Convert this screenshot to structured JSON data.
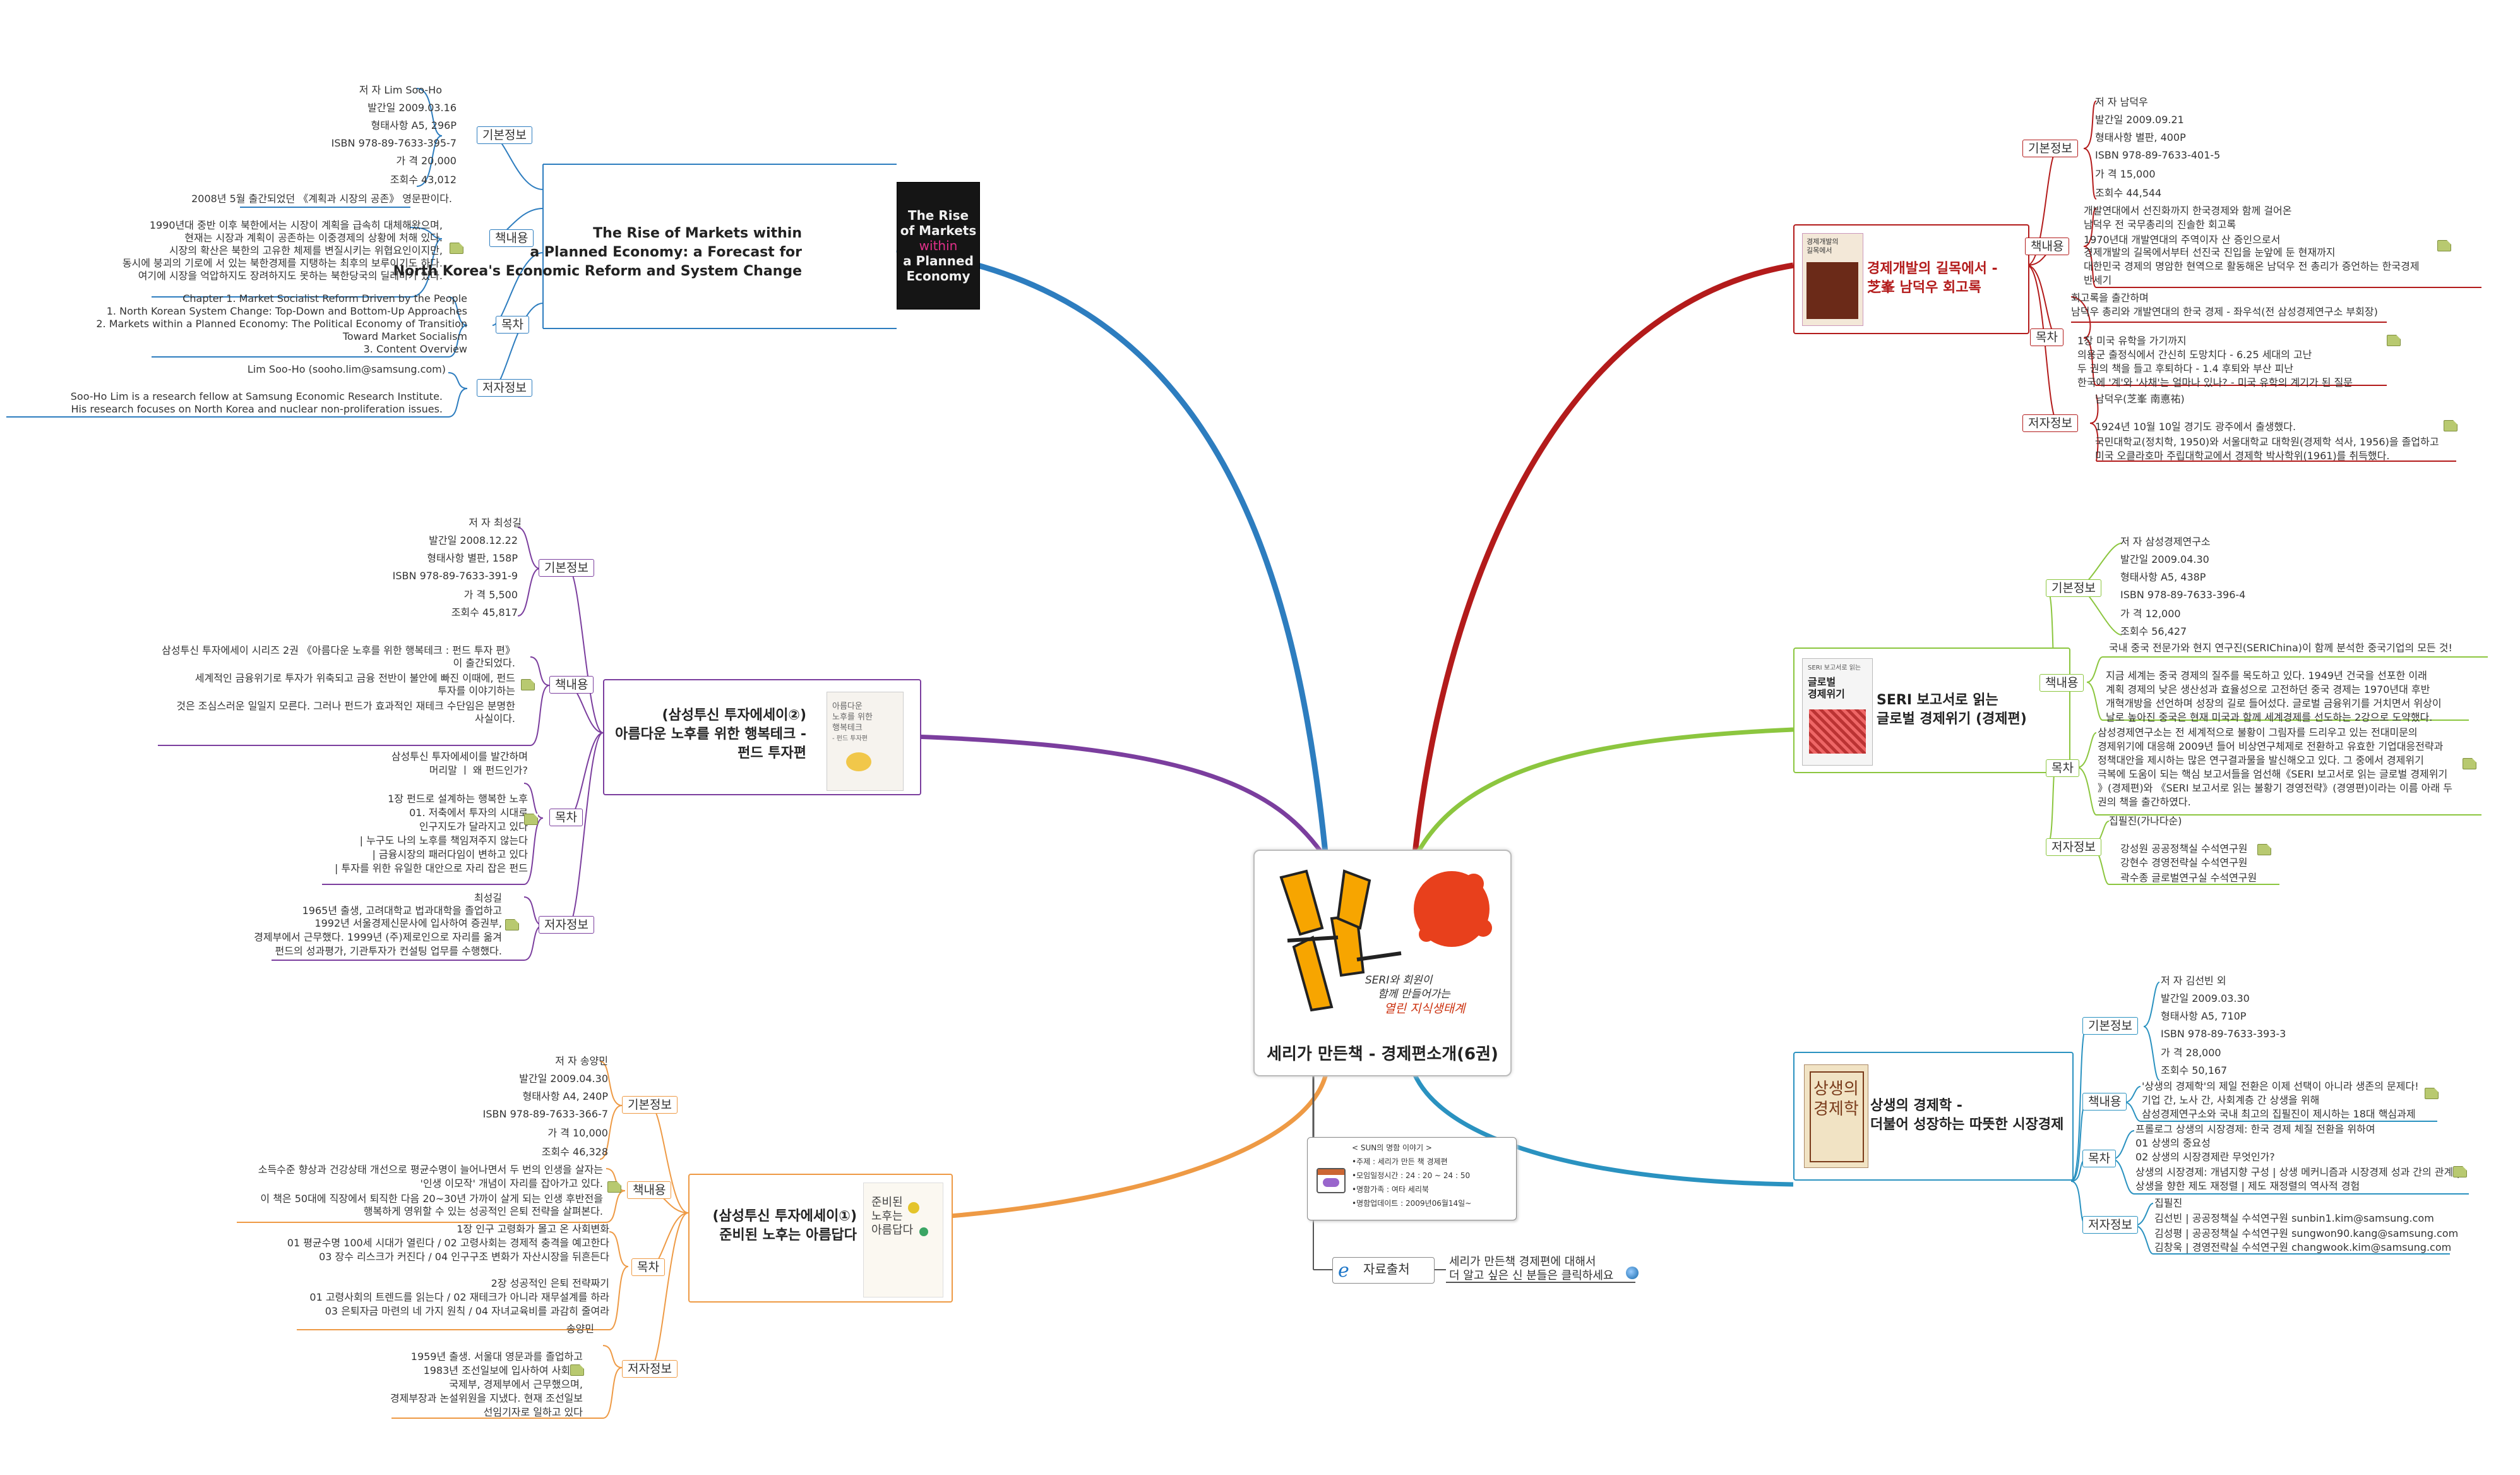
{
  "center": {
    "title": "세리가 만든책 - 경제편소개(6권)",
    "slogan1": "SERI와 회원이",
    "slogan2": "함께 만들어가는",
    "slogan3": "열린 지식생태계"
  },
  "bubble": {
    "l1": "< SUN의 명함 이야기 >",
    "l2": "•주제 : 세리가 만든 책 경제편",
    "l3": "•모임일정시간 : 24 : 20 ~ 24 : 50",
    "l4": "•명함가족 : 여타 세리북",
    "l5": "•명함업데이트 : 2009년06월14일~"
  },
  "source": {
    "label": "자료출처",
    "text1": "세리가 만든책 경제편에 대해서",
    "text2": "더 알고 싶은 신 분들은 클릭하세요"
  },
  "cats": {
    "basic": "기본정보",
    "content": "책내용",
    "toc": "목차",
    "author": "저자정보"
  },
  "b1": {
    "t1": "The Rise of Markets within",
    "t2": "a Planned Economy: a Forecast for",
    "t3": "North Korea's Economic Reform and System Change",
    "cover": [
      "The Rise",
      "of Markets",
      "within",
      "a Planned",
      "Economy"
    ],
    "i1": "저 자   Lim Soo-Ho",
    "i2": "발간일   2009.03.16",
    "i3": "형태사항   A5, 296P",
    "i4": "ISBN   978-89-7633-395-7",
    "i5": "가 격   20,000",
    "i6": "조회수 43,012",
    "c0": "2008년 5월 출간되었던 《계획과 시장의 공존》 영문판이다.",
    "c1": "1990년대 중반 이후 북한에서는 시장이 계획을 급속히 대체해왔으며,",
    "c2": "현재는 시장과 계획이 공존하는 이중경제의 상황에 처해 있다.",
    "c3": "시장의 확산은 북한의 고유한 체제를 변질시키는 위협요인이지만,",
    "c4": "동시에 붕괴의 기로에 서 있는 북한경제를 지탱하는 최후의 보루이기도 하다.",
    "c5": "여기에 시장을 억압하지도 장려하지도 못하는 북한당국의 딜레마가 있다.",
    "o1": "Chapter 1. Market Socialist Reform Driven by the People",
    "o2": "1. North Korean System Change: Top-Down and Bottom-Up Approaches",
    "o3": "2. Markets within a Planned Economy: The Political Economy of Transition",
    "o4": "Toward Market Socialism",
    "o5": "3. Content Overview",
    "a0": "Lim Soo-Ho (sooho.lim@samsung.com)",
    "a1": "Soo-Ho Lim is a research fellow at Samsung Economic Research Institute.",
    "a2": "His research focuses on North Korea and nuclear non-proliferation issues."
  },
  "b2": {
    "t1": "(삼성투신 투자에세이②)",
    "t2": "아름다운 노후를 위한 행복테크 -",
    "t3": "펀드 투자편",
    "cover": [
      "아름다운",
      "노후를 위한",
      "행복테크",
      "- 펀드 투자편"
    ],
    "i1": "저 자   최성길",
    "i2": "발간일   2008.12.22",
    "i3": "형태사항   별판, 158P",
    "i4": "ISBN   978-89-7633-391-9",
    "i5": "가 격   5,500",
    "i6": "조회수 45,817",
    "c1": "삼성투신 투자에세이 시리즈 2권 《아름다운 노후를 위한 행복테크 : 펀드 투자 편》",
    "c2": "이 출간되었다.",
    "c3": "세계적인 금융위기로 투자가 위축되고 금융 전반이 불안에 빠진 이때에, 펀드",
    "c4": "투자를 이야기하는",
    "c5": "것은 조심스러운 일일지 모른다. 그러나 펀드가 효과적인 재테크 수단임은 분명한",
    "c6": "사실이다.",
    "o0": "삼성투신 투자에세이를 발간하며",
    "o00": "머리말 ㅣ 왜 펀드인가?",
    "o1": "1장 펀드로 설계하는 행복한 노후",
    "o2": "01. 저축에서 투자의 시대로",
    "o3": "인구지도가 달라지고 있다",
    "o4": "| 누구도 나의 노후를 책임져주지 않는다",
    "o5": "| 금융시장의 패러다임이 변하고 있다",
    "o6": "| 투자를 위한 유일한 대안으로 자리 잡은 펀드",
    "a0": "최성길",
    "a1": "1965년 출생, 고려대학교 법과대학을 졸업하고",
    "a2": "1992년 서울경제신문사에 입사하여 증권부,",
    "a3": "경제부에서 근무했다. 1999년 (주)제로인으로 자리를 옮겨",
    "a4": "펀드의 성과평가, 기관투자가 컨설팅 업무를 수행했다."
  },
  "b3": {
    "t1": "(삼성투신 투자에세이①)",
    "t2": "준비된 노후는 아름답다",
    "cover": [
      "준비된",
      "노후는",
      "아름답다"
    ],
    "i1": "저 자   송양민",
    "i2": "발간일   2009.04.30",
    "i3": "형태사항   A4, 240P",
    "i4": "ISBN   978-89-7633-366-7",
    "i5": "가 격   10,000",
    "i6": "조회수 46,328",
    "c1": "소득수준 향상과 건강상태 개선으로 평균수명이 늘어나면서 두 번의 인생을 살자는",
    "c2": "'인생 이모작' 개념이 자리를 잡아가고 있다.",
    "c3": "이 책은 50대에 직장에서 퇴직한 다음 20~30년 가까이 살게 되는 인생 후반전을",
    "c4": "행복하게 영위할 수 있는 성공적인 은퇴 전략을 살펴본다.",
    "o1": "1장 인구 고령화가 몰고 온 사회변화",
    "o2": "01 평균수명 100세 시대가 열린다 / 02 고령사회는 경제적 충격을 예고한다",
    "o3": "03 장수 리스크가 커진다 / 04 인구구조 변화가 자산시장을 뒤흔든다",
    "o4": "2장 성공적인 은퇴 전략짜기",
    "o5": "01 고령사회의 트렌드를 읽는다 / 02 재테크가 아니라 재무설계를 하라",
    "o6": "03 은퇴자금 마련의 네 가지 원칙 / 04 자녀교육비를 과감히 줄여라",
    "a0": "송양민",
    "a1": "1959년 출생. 서울대 영문과를 졸업하고",
    "a2": "1983년 조선일보에 입사하여 사회부,",
    "a3": "국제부, 경제부에서 근무했으며,",
    "a4": "경제부장과 논설위원을 지냈다. 현재 조선일보",
    "a5": "선임기자로 일하고 있다"
  },
  "b4": {
    "t1": "경제개발의 길목에서 -",
    "t2": "芝峯 남덕우 회고록",
    "cover": [
      "경제개발의",
      "길목에서"
    ],
    "i1": "저 자   남덕우",
    "i2": "발간일   2009.09.21",
    "i3": "형태사항   별판, 400P",
    "i4": "ISBN   978-89-7633-401-5",
    "i5": "가 격   15,000",
    "i6": "조회수 44,544",
    "c1": "개발연대에서 선진화까지 한국경제와 함께 걸어온",
    "c2": "남덕우 전 국무총리의 진솔한 회고록",
    "c3": "1970년대 개발연대의 주역이자 산 증인으로서",
    "c4": "경제개발의 길목에서부터 선진국 진입을 눈앞에 둔 현재까지",
    "c5": "대한민국 경제의 명암한 현역으로 활동해온 남덕우 전 총리가 증언하는 한국경제",
    "c6": "반세기",
    "o1": "회고록을 출간하며",
    "o2": "남덕우 총리와 개발연대의 한국 경제 - 좌우석(전 삼성경제연구소 부회장)",
    "o3": "1장 미국 유학을 가기까지",
    "o4": "의용군 출정식에서 간신히 도망치다 - 6.25 세대의 고난",
    "o5": "두 권의 책을 들고 후퇴하다 - 1.4 후퇴와 부산 피난",
    "o6": "한국에 '계'와 '사채'는 얼마나 있나? - 미국 유학의 계기가 된 질문",
    "a0": "남덕우(芝峯 南悳祐)",
    "a1": "1924년 10월 10일 경기도 광주에서 출생했다.",
    "a2": "국민대학교(정치학, 1950)와 서울대학교 대학원(경제학 석사, 1956)을 졸업하고",
    "a3": "미국 오클라호마 주립대학교에서 경제학 박사학위(1961)를 취득했다."
  },
  "b5": {
    "t1": "SERI 보고서로 읽는",
    "t2": "글로벌 경제위기 (경제편)",
    "cover": [
      "SERI 보고서로 읽는",
      "글로벌",
      "경제위기"
    ],
    "i1": "저 자   삼성경제연구소",
    "i2": "발간일   2009.04.30",
    "i3": "형태사항   A5, 438P",
    "i4": "ISBN   978-89-7633-396-4",
    "i5": "가 격   12,000",
    "i6": "조회수 56,427",
    "c0": "국내 중국 전문가와 현지 연구진(SERIChina)이 함께 분석한 중국기업의 모든 것!",
    "c1": "지금 세계는 중국 경제의 질주를 목도하고 있다. 1949년 건국을 선포한 이래",
    "c2": "계획 경제의 낮은 생산성과 효율성으로 고전하던 중국 경제는 1970년대 후반",
    "c3": "개혁개방을 선언하며 성장의 길로 들어섰다. 글로벌 금융위기를 거치면서 위상이",
    "c4": "날로 높아진 중국은 현재 미국과 함께 세계경제를 선도하는 2강으로 도약했다.",
    "o1": "삼성경제연구소는 전 세계적으로 불황이 그림자를 드리우고 있는 전대미문의",
    "o2": "경제위기에 대응해 2009년 들어 비상연구체제로 전환하고 유효한 기업대응전략과",
    "o3": "정책대안을 제시하는 많은 연구결과물을 발신해오고 있다. 그 중에서 경제위기",
    "o4": "극복에 도움이 되는 핵심 보고서들을 엄선해《SERI 보고서로 읽는 글로벌 경제위기",
    "o5": "》(경제편)와 《SERI 보고서로 읽는 불황기 경영전략》(경영편)이라는 이름 아래 두",
    "o6": "권의 책을 출간하였다.",
    "a0": "집필진(가나다순)",
    "a1": "강성원 공공정책실 수석연구원",
    "a2": "강현수 경영전략실 수석연구원",
    "a3": "곽수종 글로벌연구실 수석연구원"
  },
  "b6": {
    "t1": "상생의 경제학 -",
    "t2": "더불어 성장하는 따뜻한 시장경제",
    "cover": [
      "상생의",
      "경제학"
    ],
    "i1": "저 자   김선빈 외",
    "i2": "발간일   2009.03.30",
    "i3": "형태사항   A5, 710P",
    "i4": "ISBN   978-89-7633-393-3",
    "i5": "가 격   28,000",
    "i6": "조회수 50,167",
    "c1": "'상생의 경제학'의 제일 전환은 이제 선택이 아니라 생존의 문제다!",
    "c2": "기업 간, 노사 간, 사회계층 간 상생을 위해",
    "c3": "삼성경제연구소와 국내 최고의 집필진이 제시하는 18대 핵심과제",
    "o1": "프롤로그 상생의 시장경제: 한국 경제 체질 전환을 위하여",
    "o2": "01 상생의 중요성",
    "o3": "02 상생의 시장경제란 무엇인가?",
    "o4": "상생의 시장경제: 개념지향 구성 | 상생 메커니즘과 시장경제 성과 간의 관계 |",
    "o5": "상생을 향한 제도 재정렬 | 제도 재정렬의 역사적 경험",
    "a0": "집필진",
    "a1": "김선빈 | 공공정책실 수석연구원 sunbin1.kim@samsung.com",
    "a2": "김성평 | 공공정책실 수석연구원 sungwon90.kang@samsung.com",
    "a3": "김창욱 | 경영전략실 수석연구원 changwook.kim@samsung.com"
  },
  "colors": {
    "b1": "#2d7dbf",
    "b2": "#7b3e9e",
    "b3": "#ee9a45",
    "b4": "#b31b1b",
    "b5": "#8cc63f",
    "b6": "#2a92c0"
  }
}
